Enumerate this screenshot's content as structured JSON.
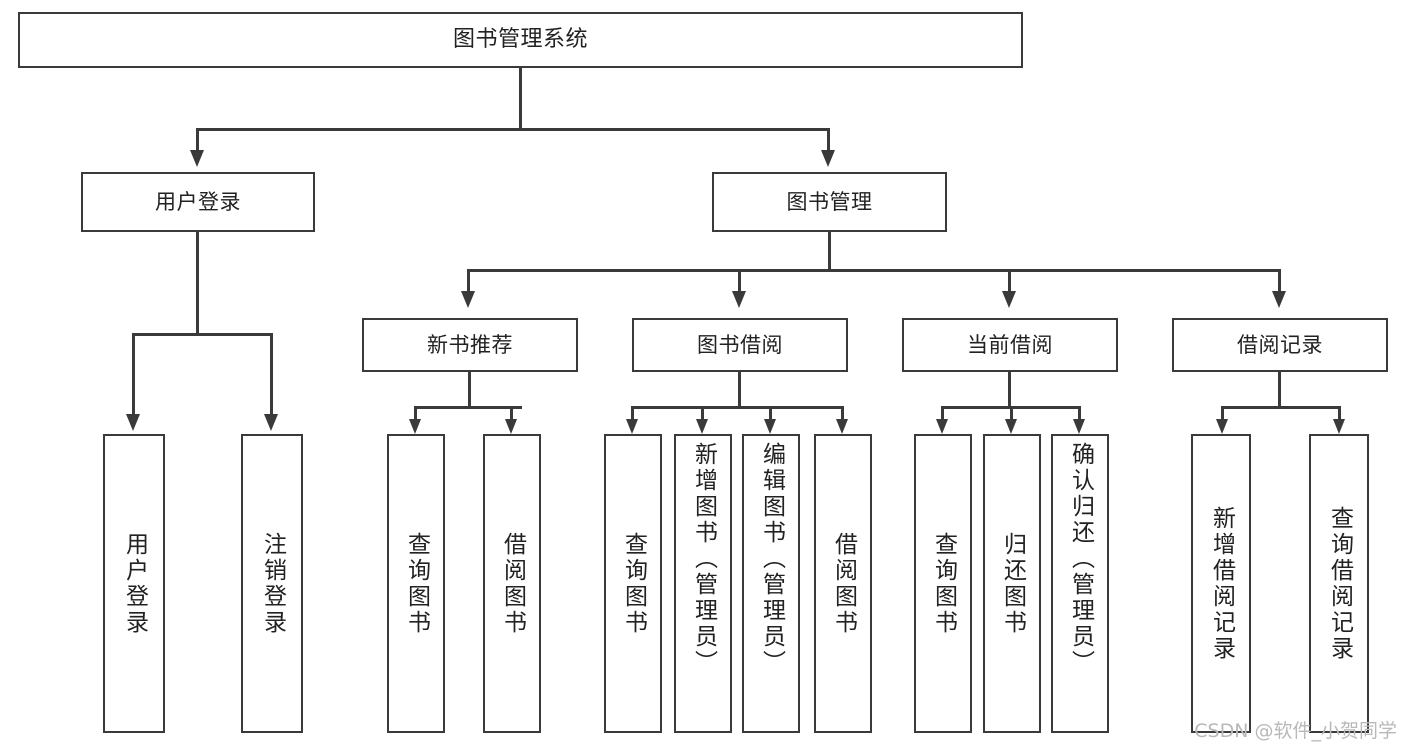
{
  "diagram": {
    "type": "tree",
    "title": "图书管理系统",
    "watermark": "CSDN @软件_小贺同学",
    "colors": {
      "stroke": "#3a3a3a",
      "fill": "#ffffff",
      "text": "#222222",
      "watermark": "#b9b9b9"
    },
    "root": {
      "label": "图书管理系统"
    },
    "level2": [
      {
        "label": "用户登录"
      },
      {
        "label": "图书管理"
      }
    ],
    "level3": [
      {
        "label": "新书推荐"
      },
      {
        "label": "图书借阅"
      },
      {
        "label": "当前借阅"
      },
      {
        "label": "借阅记录"
      }
    ],
    "leaves": {
      "user_login": [
        {
          "label": "用户登录"
        },
        {
          "label": "注销登录"
        }
      ],
      "new_book": [
        {
          "label": "查询图书"
        },
        {
          "label": "借阅图书"
        }
      ],
      "book_borrow": [
        {
          "label": "查询图书"
        },
        {
          "label": "新增图书（管理员）"
        },
        {
          "label": "编辑图书（管理员）"
        },
        {
          "label": "借阅图书"
        }
      ],
      "current_borrow": [
        {
          "label": "查询图书"
        },
        {
          "label": "归还图书"
        },
        {
          "label": "确认归还（管理员）"
        }
      ],
      "borrow_record": [
        {
          "label": "新增借阅记录"
        },
        {
          "label": "查询借阅记录"
        }
      ]
    }
  }
}
